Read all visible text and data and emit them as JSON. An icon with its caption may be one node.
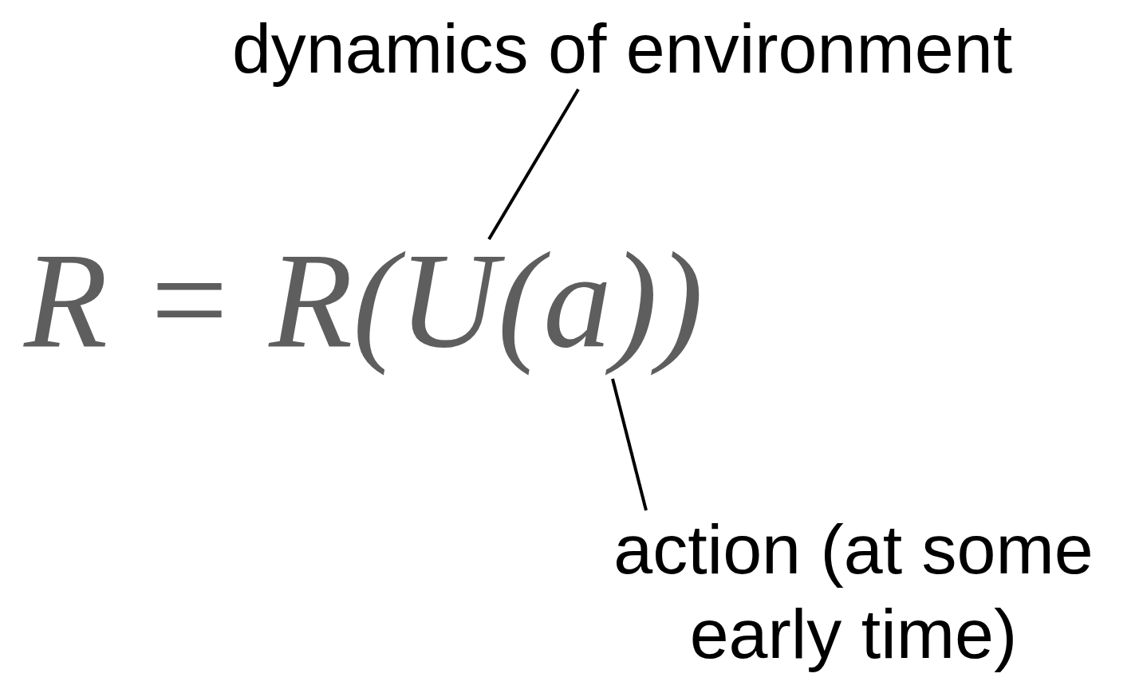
{
  "diagram": {
    "nodes": [
      {
        "text": [
          "dynamics of environment"
        ]
      },
      {
        "text": [
          "R = R(U(a))"
        ]
      },
      {
        "text": [
          "action (at some early time)"
        ]
      }
    ],
    "edges": [
      {
        "from": 0,
        "to": 1,
        "arrow": "none"
      },
      {
        "from": 2,
        "to": 1,
        "arrow": "none"
      }
    ]
  }
}
